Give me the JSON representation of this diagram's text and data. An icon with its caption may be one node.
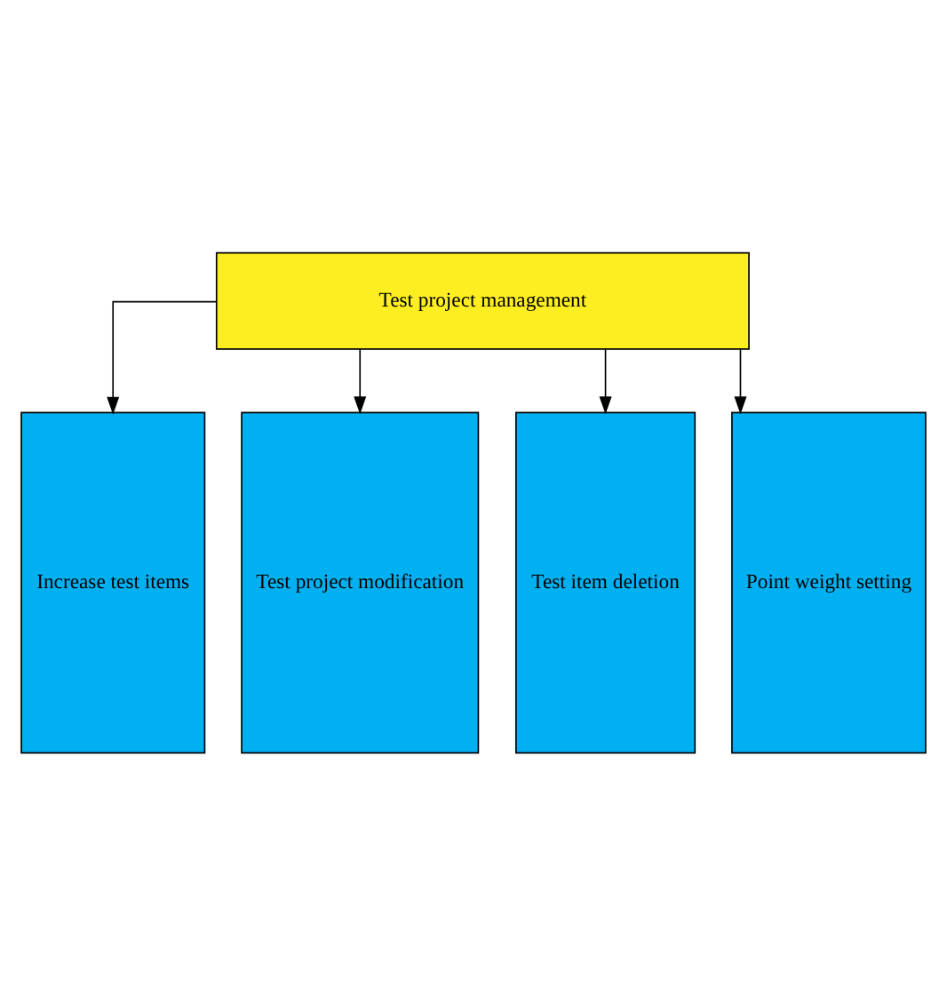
{
  "diagram": {
    "nodes": [
      {
        "text": [
          "Test project management"
        ]
      },
      {
        "text": [
          "Increase test items"
        ]
      },
      {
        "text": [
          "Test project modification"
        ]
      },
      {
        "text": [
          "Test item deletion"
        ]
      },
      {
        "text": [
          "Point weight setting"
        ]
      }
    ],
    "edges": [
      {
        "from": 0,
        "to": 1,
        "arrow": "to"
      },
      {
        "from": 0,
        "to": 2,
        "arrow": "to"
      },
      {
        "from": 0,
        "to": 3,
        "arrow": "to"
      },
      {
        "from": 0,
        "to": 4,
        "arrow": "to"
      }
    ]
  }
}
